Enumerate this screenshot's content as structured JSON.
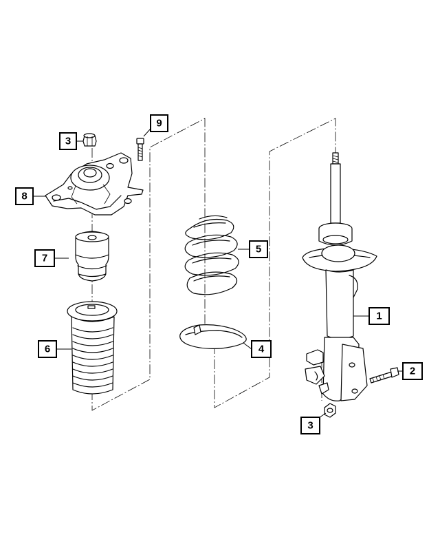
{
  "callouts": [
    {
      "id": "c1",
      "label": "1"
    },
    {
      "id": "c2",
      "label": "2"
    },
    {
      "id": "c3a",
      "label": "3"
    },
    {
      "id": "c3b",
      "label": "3"
    },
    {
      "id": "c4",
      "label": "4"
    },
    {
      "id": "c5",
      "label": "5"
    },
    {
      "id": "c6",
      "label": "6"
    },
    {
      "id": "c7",
      "label": "7"
    },
    {
      "id": "c8",
      "label": "8"
    },
    {
      "id": "c9",
      "label": "9"
    }
  ]
}
